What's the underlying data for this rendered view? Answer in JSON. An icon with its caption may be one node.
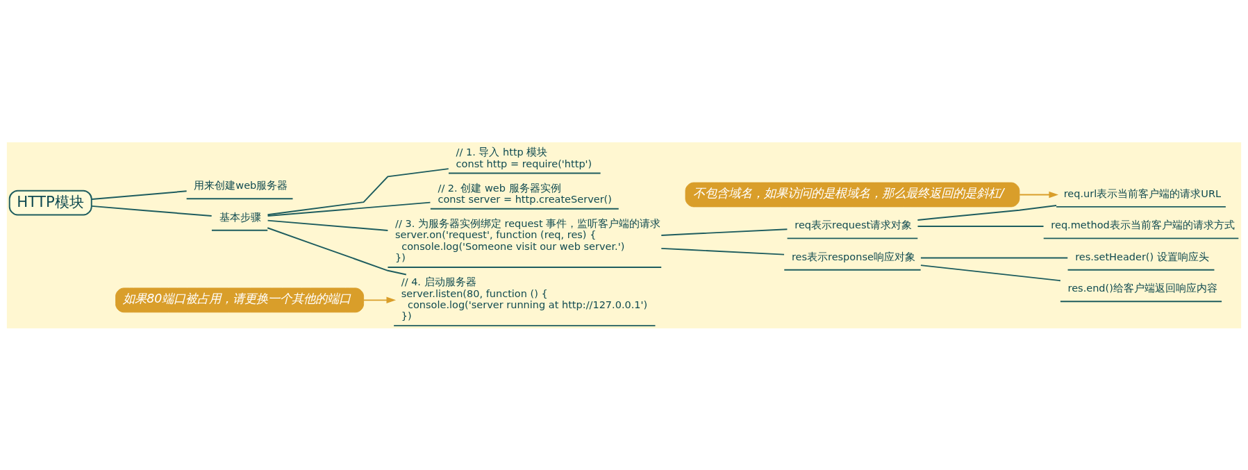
{
  "diagram": {
    "nodes": [
      {
        "text": [
          "HTTP模块"
        ]
      },
      {
        "text": [
          "用来创建web服务器"
        ]
      },
      {
        "text": [
          "基本步骤"
        ]
      },
      {
        "text": [
          "// 1. 导入 http 模块",
          "const http = require('http')"
        ]
      },
      {
        "text": [
          "// 2. 创建 web 服务器实例",
          "const server = http.createServer()"
        ]
      },
      {
        "text": [
          "// 3. 为服务器实例绑定 request 事件，监听客户端的请求",
          "server.on('request', function (req, res) {",
          "  console.log('Someone visit our web server.')",
          "})"
        ]
      },
      {
        "text": [
          "如果80端口被占用，请更换一个其他的端口"
        ]
      },
      {
        "text": [
          "// 4. 启动服务器",
          "server.listen(80, function () {",
          "  console.log('server running at http://127.0.0.1')",
          "})"
        ]
      },
      {
        "text": [
          "req表示request请求对象"
        ]
      },
      {
        "text": [
          "不包含域名，如果访问的是根域名，那么最终返回的是斜杠/"
        ]
      },
      {
        "text": [
          "req.url表示当前客户端的请求URL"
        ]
      },
      {
        "text": [
          "req.method表示当前客户端的请求方式"
        ]
      },
      {
        "text": [
          "res表示response响应对象"
        ]
      },
      {
        "text": [
          "res.setHeader() 设置响应头"
        ]
      },
      {
        "text": [
          "res.end()给客户端返回响应内容"
        ]
      }
    ],
    "edges": [
      {
        "from": 0,
        "to": 1,
        "arrow": "none"
      },
      {
        "from": 0,
        "to": 2,
        "arrow": "none"
      },
      {
        "from": 2,
        "to": 3,
        "arrow": "none"
      },
      {
        "from": 2,
        "to": 4,
        "arrow": "none"
      },
      {
        "from": 2,
        "to": 5,
        "arrow": "none"
      },
      {
        "from": 2,
        "to": 7,
        "arrow": "none"
      },
      {
        "from": 6,
        "to": 7,
        "arrow": "to",
        "color": "#d99e2a"
      },
      {
        "from": 5,
        "to": 8,
        "arrow": "none"
      },
      {
        "from": 5,
        "to": 12,
        "arrow": "none"
      },
      {
        "from": 9,
        "to": 10,
        "arrow": "to",
        "color": "#d99e2a"
      },
      {
        "from": 8,
        "to": 10,
        "arrow": "none"
      },
      {
        "from": 8,
        "to": 11,
        "arrow": "none"
      },
      {
        "from": 12,
        "to": 13,
        "arrow": "none"
      },
      {
        "from": 12,
        "to": 14,
        "arrow": "none"
      }
    ]
  }
}
